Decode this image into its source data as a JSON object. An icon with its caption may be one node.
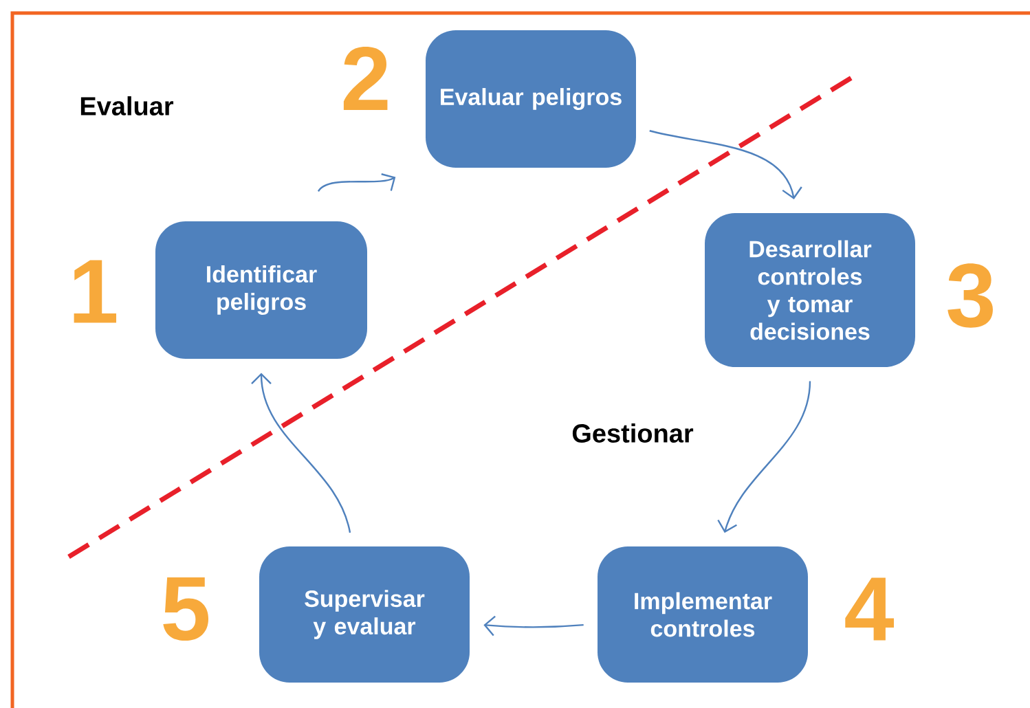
{
  "diagram": {
    "nodes": [
      {
        "text": [
          "Identificar peligros"
        ],
        "beside": [
          "1"
        ]
      },
      {
        "text": [
          "Evaluar peligros"
        ],
        "beside": [
          "2"
        ]
      },
      {
        "text": [
          "Desarrollar controles y tomar decisiones"
        ],
        "beside": [
          "3"
        ]
      },
      {
        "text": [
          "Implementar controles"
        ],
        "beside": [
          "4"
        ]
      },
      {
        "text": [
          "Supervisar y evaluar"
        ],
        "beside": [
          "5"
        ]
      }
    ],
    "edges": [
      {
        "from": 0,
        "to": 1,
        "arrow": "to"
      },
      {
        "from": 1,
        "to": 2,
        "arrow": "to"
      },
      {
        "from": 2,
        "to": 3,
        "arrow": "to"
      },
      {
        "from": 3,
        "to": 4,
        "arrow": "to"
      },
      {
        "from": 4,
        "to": 0,
        "arrow": "to"
      }
    ],
    "labels": [
      "Evaluar",
      "Gestionar"
    ]
  }
}
